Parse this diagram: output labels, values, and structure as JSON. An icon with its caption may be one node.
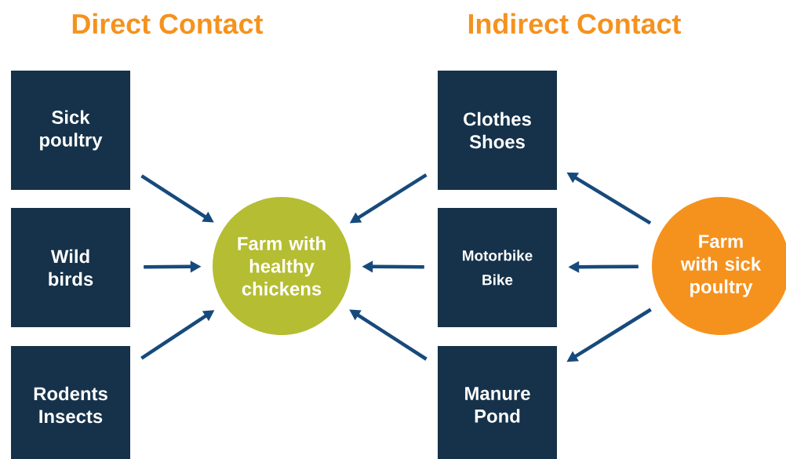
{
  "diagram": {
    "nodes": [
      {
        "text": [
          "Sick poultry"
        ]
      },
      {
        "text": [
          "Wild birds"
        ]
      },
      {
        "text": [
          "Rodents Insects"
        ]
      },
      {
        "text": [
          "Farm with healthy chickens"
        ]
      },
      {
        "text": [
          "Clothes Shoes"
        ]
      },
      {
        "text": [
          "Motorbike",
          "Bike"
        ]
      },
      {
        "text": [
          "Manure Pond"
        ]
      },
      {
        "text": [
          "Farm with sick poultry"
        ]
      }
    ],
    "edges": [
      {
        "from": 0,
        "to": 3,
        "arrow": "to"
      },
      {
        "from": 1,
        "to": 3,
        "arrow": "to"
      },
      {
        "from": 2,
        "to": 3,
        "arrow": "to"
      },
      {
        "from": 4,
        "to": 3,
        "arrow": "to"
      },
      {
        "from": 5,
        "to": 3,
        "arrow": "to"
      },
      {
        "from": 6,
        "to": 3,
        "arrow": "to"
      },
      {
        "from": 7,
        "to": 4,
        "arrow": "to"
      },
      {
        "from": 7,
        "to": 5,
        "arrow": "to"
      },
      {
        "from": 7,
        "to": 6,
        "arrow": "to"
      }
    ],
    "labels": [
      "Direct Contact",
      "Indirect Contact"
    ]
  }
}
